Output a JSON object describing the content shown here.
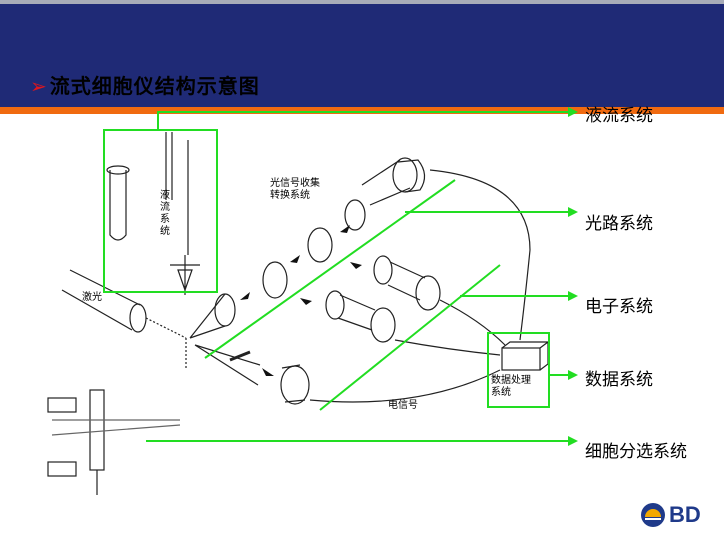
{
  "slide": {
    "title": "流式细胞仪结构示意图",
    "bullet": "➢"
  },
  "callouts": [
    {
      "label": "液流系统"
    },
    {
      "label": "光路系统"
    },
    {
      "label": "电子系统"
    },
    {
      "label": "数据系统"
    },
    {
      "label": "细胞分选系统"
    }
  ],
  "diagram": {
    "optical_label_line1": "光信号收集",
    "optical_label_line2": "转换系统",
    "fluidics_vertical": "液流系统",
    "laser": "激光",
    "electric_signal": "电信号",
    "data_line1": "数据处理",
    "data_line2": "系统"
  },
  "logo": {
    "text": "BD"
  },
  "colors": {
    "header": "#1f2a76",
    "accent": "#f06a10",
    "callout": "#22dd22"
  }
}
